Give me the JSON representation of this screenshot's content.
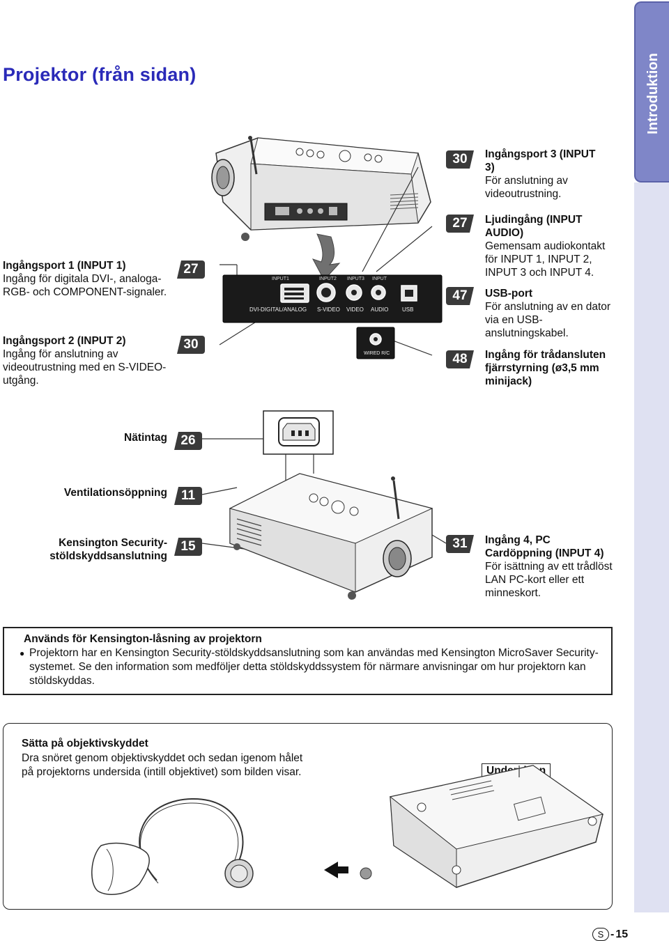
{
  "title": "Projektor (från sidan)",
  "side_tab": "Introduktion",
  "page_number": {
    "letter": "S",
    "num": "15"
  },
  "left_labels": [
    {
      "badge": "27",
      "title": "Ingångsport 1 (INPUT 1)",
      "lines": [
        "Ingång för digitala DVI-, analoga-",
        "RGB- och COMPONENT-signaler."
      ]
    },
    {
      "badge": "30",
      "title": "Ingångsport 2 (INPUT 2)",
      "lines": [
        "Ingång för anslutning av",
        "videoutrustning med en S-VIDEO-",
        "utgång."
      ]
    }
  ],
  "right_labels": [
    {
      "badge": "30",
      "title": [
        "Ingångsport 3 (INPUT",
        "3)"
      ],
      "lines": [
        "För anslutning av",
        "videoutrustning."
      ]
    },
    {
      "badge": "27",
      "title": [
        "Ljudingång (INPUT",
        "AUDIO)"
      ],
      "lines": [
        "Gemensam audiokontakt",
        "för INPUT 1, INPUT 2,",
        "INPUT 3 och INPUT 4."
      ]
    },
    {
      "badge": "47",
      "title": [
        "USB-port"
      ],
      "lines": [
        "För anslutning av en dator",
        "via en USB-",
        "anslutningskabel."
      ]
    },
    {
      "badge": "48",
      "title": [
        "Ingång för trådansluten",
        "fjärrstyrning (ø3,5 mm",
        "minijack)"
      ],
      "lines": []
    }
  ],
  "panel_labels": {
    "input1": "INPUT1",
    "input2": "INPUT2",
    "input3": "INPUT3",
    "input": "INPUT",
    "dvi": "DVI-DIGITAL/ANALOG",
    "svideo": "S-VIDEO",
    "video": "VIDEO",
    "audio": "AUDIO",
    "usb": "USB",
    "wired": "WIRED R/C"
  },
  "mid_labels": [
    {
      "badge": "26",
      "text": [
        "Nätintag"
      ]
    },
    {
      "badge": "11",
      "text": [
        "Ventilationsöppning"
      ]
    },
    {
      "badge": "15",
      "text": [
        "Kensington Security-",
        "stöldskyddsanslutning"
      ]
    }
  ],
  "input4": {
    "badge": "31",
    "title": [
      "Ingång 4, PC",
      "Cardöppning (INPUT 4)"
    ],
    "lines": [
      "För isättning av ett trådlöst",
      "LAN PC-kort eller ett",
      "minneskort."
    ]
  },
  "info_box": {
    "title": "Används för Kensington-låsning av projektorn",
    "bullet": "●",
    "lines": [
      "Projektorn har en Kensington Security-stöldskyddsanslutning som kan användas med Kensington MicroSaver Security-",
      "systemet. Se den information som medföljer detta stöldskyddssystem för närmare anvisningar om hur projektorn kan",
      "stöldskyddas."
    ]
  },
  "lens_box": {
    "title": "Sätta på objektivskyddet",
    "lines": [
      "Dra snöret genom objektivskyddet och sedan igenom hålet",
      "på projektorns undersida (intill objektivet) som bilden visar."
    ],
    "underside_label": "Undersidan"
  },
  "colors": {
    "title": "#2a2ab8",
    "tab": "#7f86c8",
    "strip": "#dfe1f2",
    "badge": "#3a3a3a"
  }
}
